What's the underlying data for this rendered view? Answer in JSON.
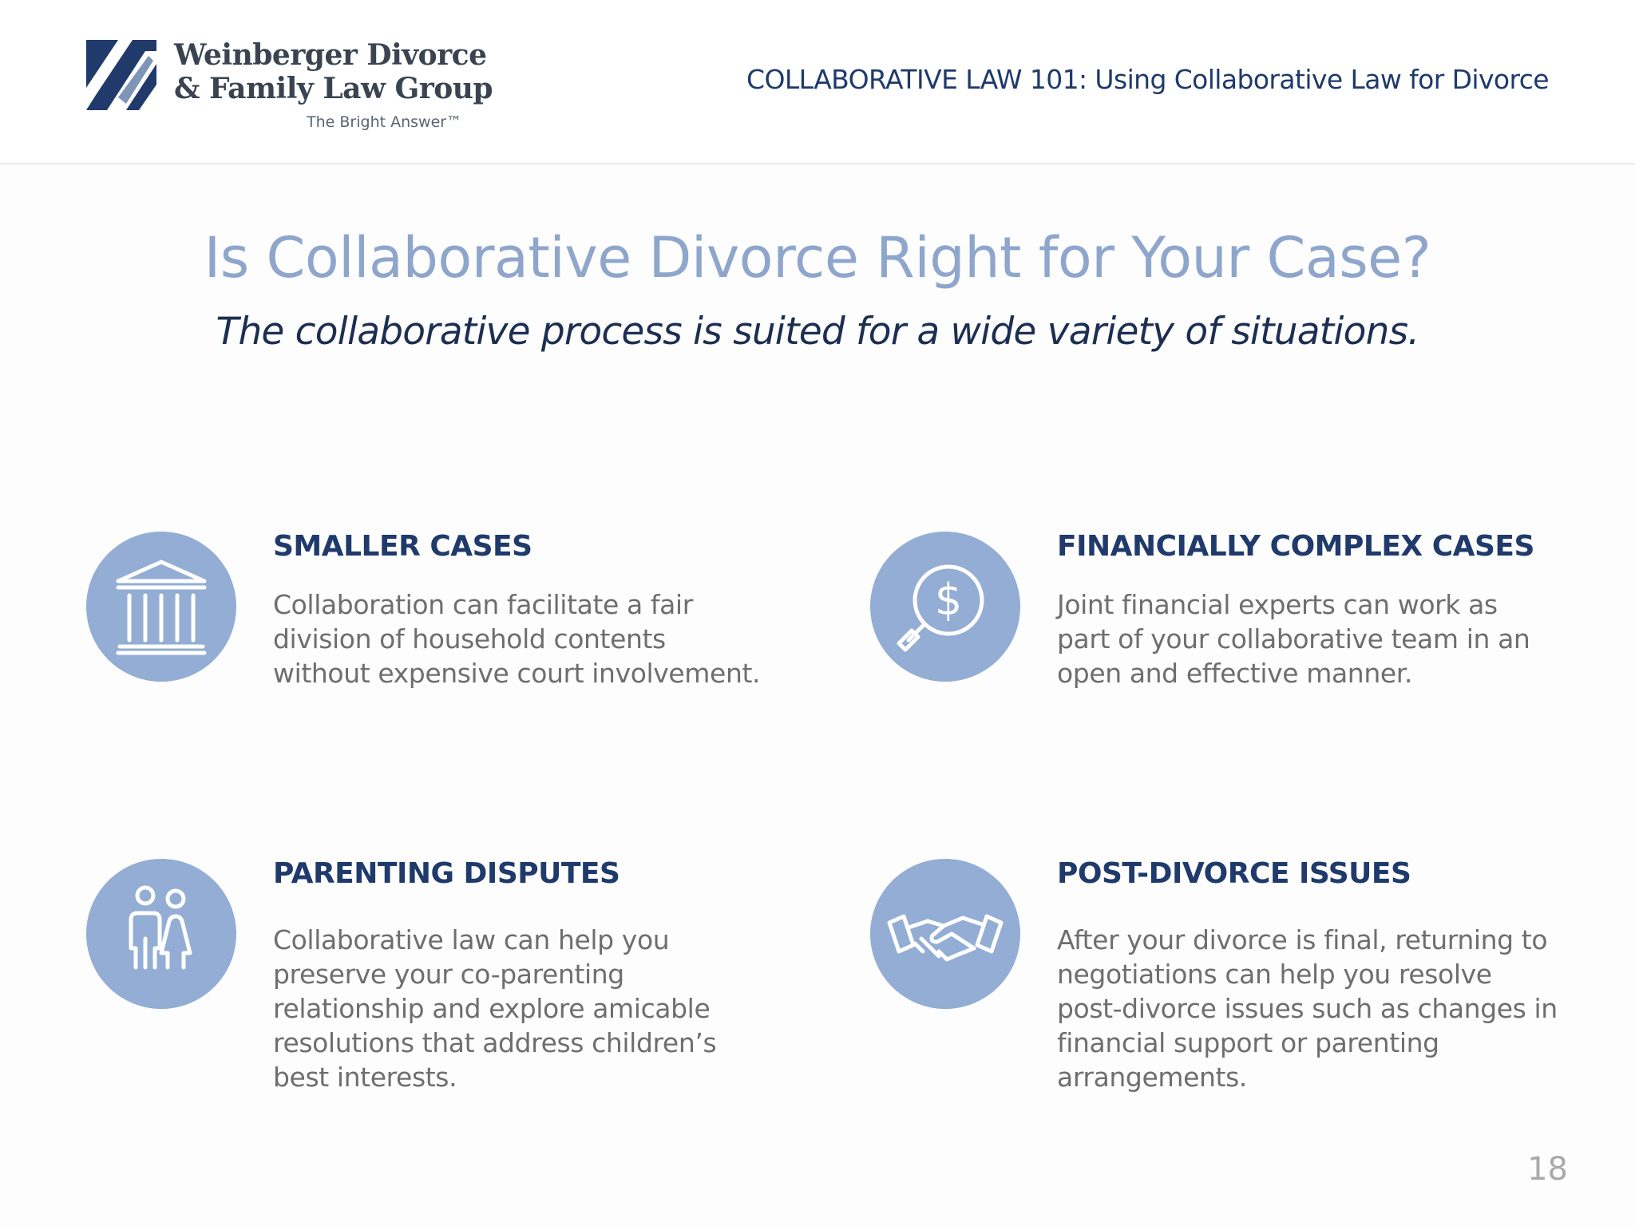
{
  "header": {
    "logo": {
      "line1": "Weinberger Divorce",
      "line2": "& Family Law Group",
      "tagline": "The Bright Answer™"
    },
    "deck_title": "COLLABORATIVE LAW 101: Using Collaborative Law for Divorce"
  },
  "slide": {
    "title": "Is Collaborative Divorce Right for Your Case?",
    "subtitle": "The collaborative process is suited for a wide variety of situations.",
    "cards": [
      {
        "icon": "courthouse-icon",
        "heading": "SMALLER CASES",
        "lines": [
          "Collaboration can facilitate a fair",
          "division of household contents",
          "without expensive court involvement."
        ]
      },
      {
        "icon": "dollar-magnifier-icon",
        "heading": "FINANCIALLY COMPLEX CASES",
        "lines": [
          "Joint financial experts can work as",
          "part of your collaborative team in an",
          "open and effective manner."
        ]
      },
      {
        "icon": "parent-child-icon",
        "heading": "PARENTING DISPUTES",
        "lines": [
          "Collaborative law can help you",
          "preserve your co-parenting",
          "relationship and explore amicable",
          "resolutions that address children’s",
          "best interests."
        ]
      },
      {
        "icon": "handshake-icon",
        "heading": "POST-DIVORCE ISSUES",
        "lines": [
          "After your divorce is final, returning to",
          "negotiations can help you resolve",
          "post-divorce issues such as changes in",
          "financial support or parenting",
          "arrangements."
        ]
      }
    ],
    "page_number": "18"
  },
  "colors": {
    "brand_navy": "#1f3a6b",
    "title_blue": "#8fa6cc",
    "icon_circle": "#93add4",
    "body_gray": "#6e6e6e"
  }
}
